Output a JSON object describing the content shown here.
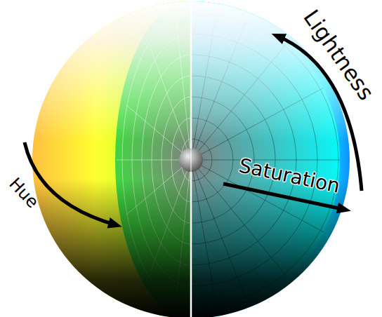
{
  "diagram": {
    "labels": [
      "Lightness",
      "Saturation",
      "Hue"
    ]
  }
}
